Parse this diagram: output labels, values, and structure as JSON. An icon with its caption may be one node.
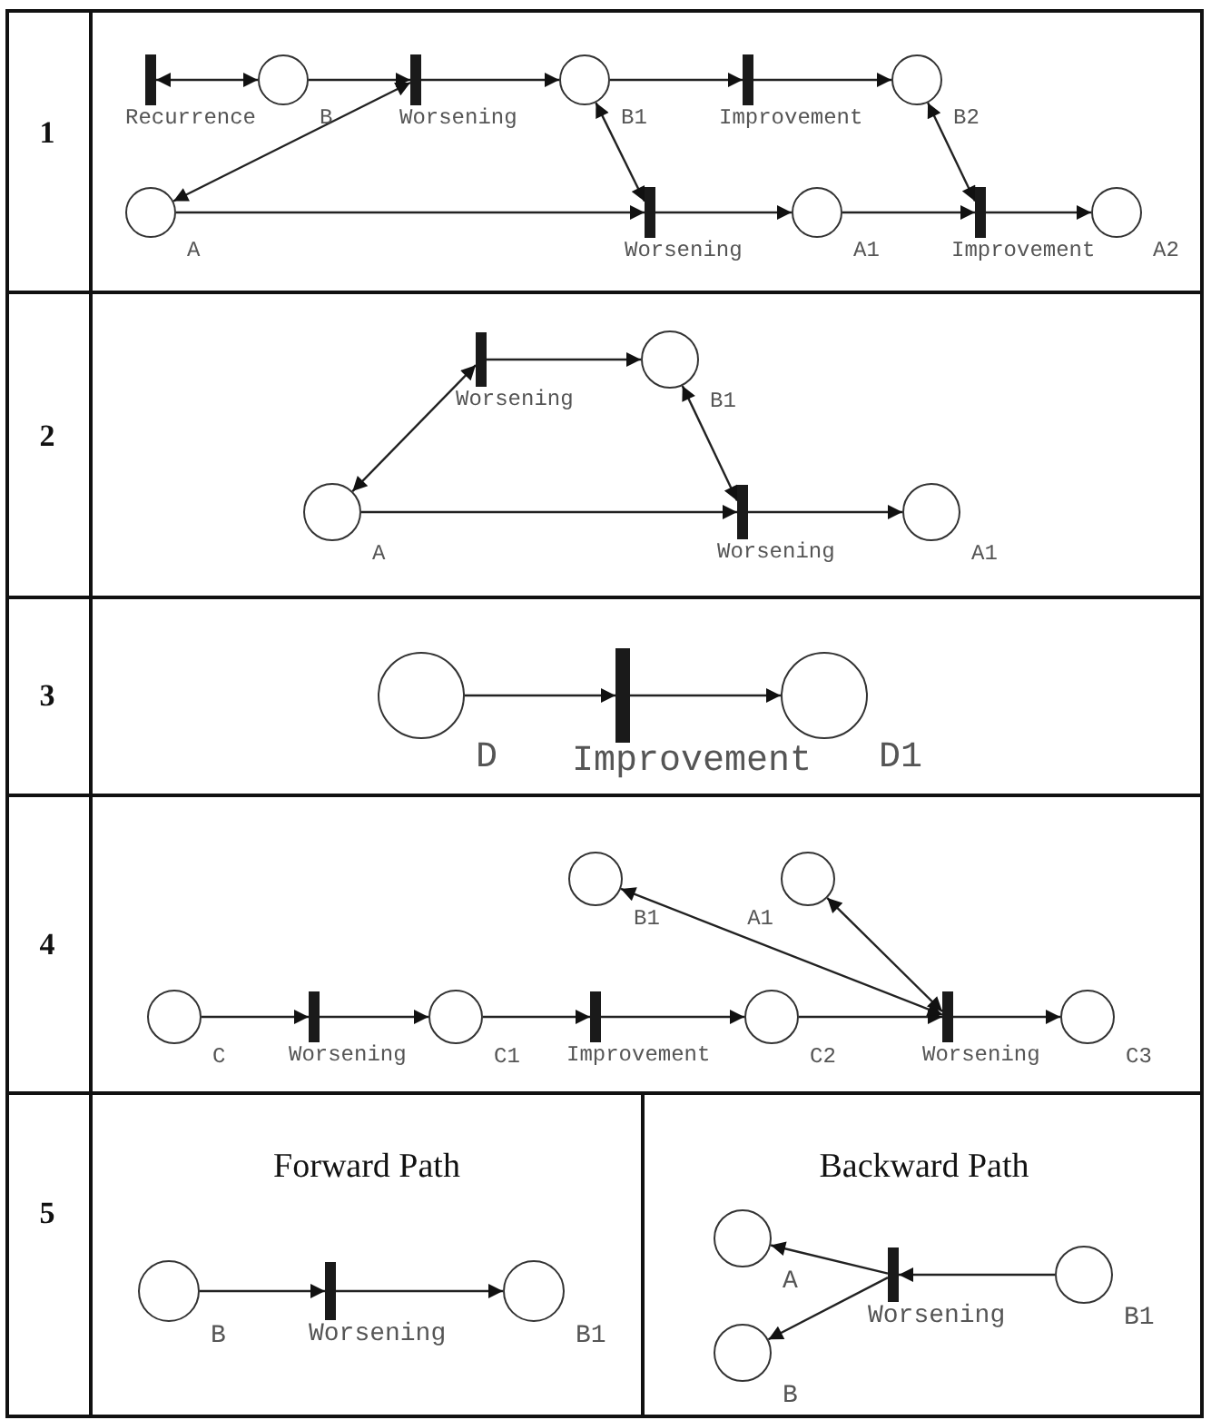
{
  "diagram": {
    "nodes": [
      {
        "text": [
          "Recurrence"
        ]
      },
      {
        "text": [
          "B"
        ]
      },
      {
        "text": [
          "Worsening"
        ]
      },
      {
        "text": [
          "B1"
        ]
      },
      {
        "text": [
          "Improvement"
        ]
      },
      {
        "text": [
          "B2"
        ]
      },
      {
        "text": [
          "A"
        ]
      },
      {
        "text": [
          "Worsening"
        ]
      },
      {
        "text": [
          "A1"
        ]
      },
      {
        "text": [
          "Improvement"
        ]
      },
      {
        "text": [
          "A2"
        ]
      },
      {
        "text": [
          "Worsening"
        ]
      },
      {
        "text": [
          "B1"
        ]
      },
      {
        "text": [
          "A"
        ]
      },
      {
        "text": [
          "Worsening"
        ]
      },
      {
        "text": [
          "A1"
        ]
      },
      {
        "text": [
          "D"
        ]
      },
      {
        "text": [
          "Improvement"
        ]
      },
      {
        "text": [
          "D1"
        ]
      },
      {
        "text": [
          "B1"
        ]
      },
      {
        "text": [
          "A1"
        ]
      },
      {
        "text": [
          "C"
        ]
      },
      {
        "text": [
          "Worsening"
        ]
      },
      {
        "text": [
          "C1"
        ]
      },
      {
        "text": [
          "Improvement"
        ]
      },
      {
        "text": [
          "C2"
        ]
      },
      {
        "text": [
          "Worsening"
        ]
      },
      {
        "text": [
          "C3"
        ]
      },
      {
        "text": [
          "B"
        ]
      },
      {
        "text": [
          "Worsening"
        ]
      },
      {
        "text": [
          "B1"
        ]
      },
      {
        "text": [
          "A"
        ]
      },
      {
        "text": [
          "Worsening"
        ]
      },
      {
        "text": [
          "B1"
        ]
      },
      {
        "text": [
          "B"
        ]
      }
    ],
    "edges": [
      {
        "from": 0,
        "to": 1,
        "arrow": "both"
      },
      {
        "from": 1,
        "to": 2,
        "arrow": "to"
      },
      {
        "from": 2,
        "to": 6,
        "arrow": "both"
      },
      {
        "from": 2,
        "to": 3,
        "arrow": "to"
      },
      {
        "from": 3,
        "to": 4,
        "arrow": "to"
      },
      {
        "from": 4,
        "to": 5,
        "arrow": "to"
      },
      {
        "from": 3,
        "to": 7,
        "arrow": "both"
      },
      {
        "from": 6,
        "to": 7,
        "arrow": "to"
      },
      {
        "from": 7,
        "to": 8,
        "arrow": "to"
      },
      {
        "from": 8,
        "to": 9,
        "arrow": "to"
      },
      {
        "from": 5,
        "to": 9,
        "arrow": "both"
      },
      {
        "from": 9,
        "to": 10,
        "arrow": "to"
      },
      {
        "from": 11,
        "to": 13,
        "arrow": "both"
      },
      {
        "from": 11,
        "to": 12,
        "arrow": "to"
      },
      {
        "from": 12,
        "to": 14,
        "arrow": "both"
      },
      {
        "from": 13,
        "to": 14,
        "arrow": "to"
      },
      {
        "from": 14,
        "to": 15,
        "arrow": "to"
      },
      {
        "from": 16,
        "to": 17,
        "arrow": "to"
      },
      {
        "from": 17,
        "to": 18,
        "arrow": "to"
      },
      {
        "from": 21,
        "to": 22,
        "arrow": "to"
      },
      {
        "from": 22,
        "to": 23,
        "arrow": "to"
      },
      {
        "from": 23,
        "to": 24,
        "arrow": "to"
      },
      {
        "from": 24,
        "to": 25,
        "arrow": "to"
      },
      {
        "from": 25,
        "to": 26,
        "arrow": "to"
      },
      {
        "from": 26,
        "to": 19,
        "arrow": "both"
      },
      {
        "from": 26,
        "to": 20,
        "arrow": "both"
      },
      {
        "from": 26,
        "to": 27,
        "arrow": "to"
      },
      {
        "from": 28,
        "to": 29,
        "arrow": "to"
      },
      {
        "from": 29,
        "to": 30,
        "arrow": "to"
      },
      {
        "from": 33,
        "to": 32,
        "arrow": "to"
      },
      {
        "from": 32,
        "to": 31,
        "arrow": "to"
      },
      {
        "from": 32,
        "to": 34,
        "arrow": "to"
      }
    ],
    "labels": [
      "1",
      "2",
      "3",
      "4",
      "5",
      "Forward Path",
      "Backward Path"
    ]
  }
}
